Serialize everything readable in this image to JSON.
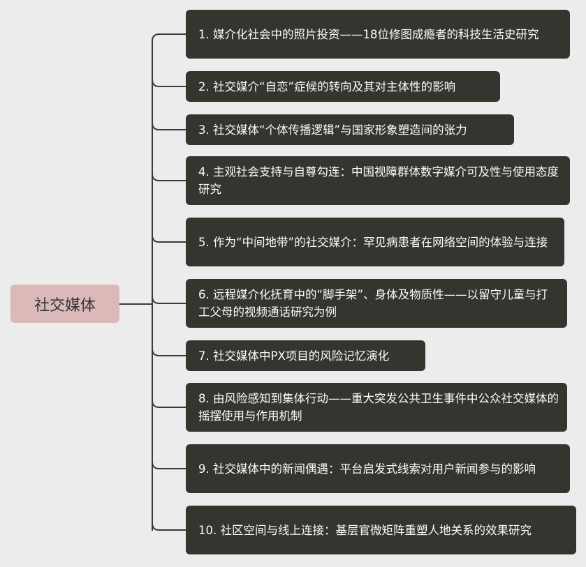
{
  "root": {
    "label": "社交媒体"
  },
  "branches": [
    {
      "label": "1. 媒介化社会中的照片投资——18位修图成瘾者的科技生活史研究"
    },
    {
      "label": "2. 社交媒介“自恋”症候的转向及其对主体性的影响"
    },
    {
      "label": "3. 社交媒体“个体传播逻辑”与国家形象塑造间的张力"
    },
    {
      "label": "4. 主观社会支持与自尊勾连：中国视障群体数字媒介可及性与使用态度研究"
    },
    {
      "label": "5. 作为“中间地带”的社交媒介：罕见病患者在网络空间的体验与连接"
    },
    {
      "label": "6. 远程媒介化抚育中的“脚手架”、身体及物质性——以留守儿童与打工父母的视频通话研究为例"
    },
    {
      "label": "7. 社交媒体中PX项目的风险记忆演化"
    },
    {
      "label": "8. 由风险感知到集体行动——重大突发公共卫生事件中公众社交媒体的摇摆使用与作用机制"
    },
    {
      "label": "9. 社交媒体中的新闻偶遇：平台启发式线索对用户新闻参与的影响"
    },
    {
      "label": "10. 社区空间与线上连接：基层官微矩阵重塑人地关系的效果研究"
    }
  ],
  "colors": {
    "background": "#ececec",
    "root_fill": "#dbb9b9",
    "node_fill": "#353530",
    "node_text": "#fafafa",
    "connector": "#3a3a3a"
  }
}
